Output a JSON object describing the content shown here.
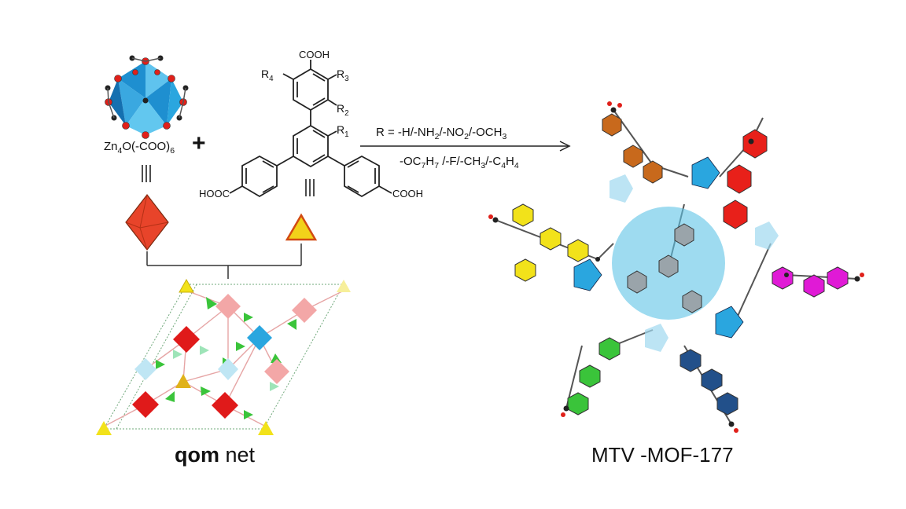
{
  "cluster": {
    "formula_prefix": "Zn",
    "formula_sub1": "4",
    "formula_mid": "O(-COO)",
    "formula_sub2": "6"
  },
  "plus": "+",
  "linker": {
    "cooh_top": "COOH",
    "cooh_left": "HOOC",
    "cooh_right": "COOH",
    "r1": "R",
    "r1_sub": "1",
    "r2": "R",
    "r2_sub": "2",
    "r3": "R",
    "r3_sub": "3",
    "r4": "R",
    "r4_sub": "4"
  },
  "equiv_symbol": "|||",
  "reaction": {
    "line1_a": "R = -H/-NH",
    "line1_sub1": "2",
    "line1_b": "/-NO",
    "line1_sub2": "2",
    "line1_c": "/-OCH",
    "line1_sub3": "3",
    "line2_a": "-OC",
    "line2_sub1": "7",
    "line2_b": "H",
    "line2_sub2": "7",
    "line2_c": " /-F/-CH",
    "line2_sub3": "3",
    "line2_d": "/-C",
    "line2_sub4": "4",
    "line2_e": "H",
    "line2_sub5": "4"
  },
  "net_label": {
    "bold": "qom",
    "rest": " net"
  },
  "product_label": "MTV -MOF-177",
  "colors": {
    "zn_blue": "#2aa6df",
    "oxygen_red": "#e0201a",
    "octahedron_red": "#e8442a",
    "triangle_yellow": "#f2d21a",
    "pore_blue": "#5ec3e6",
    "green": "#3ac43a",
    "magenta": "#e01ad6",
    "orange": "#c8691c",
    "dark_blue": "#22508a"
  }
}
